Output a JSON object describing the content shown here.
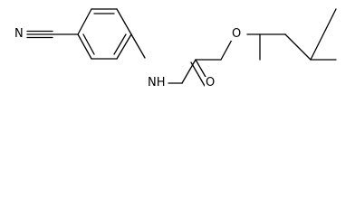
{
  "molecule": {
    "atom_labels": {
      "nitrile_nitrogen": "N",
      "amide_nitrogen": "NH",
      "carbonyl_oxygen": "O",
      "ether_oxygen": "O"
    }
  },
  "colors": {
    "bond": "#000000",
    "label": "#000000",
    "background": "#ffffff"
  }
}
